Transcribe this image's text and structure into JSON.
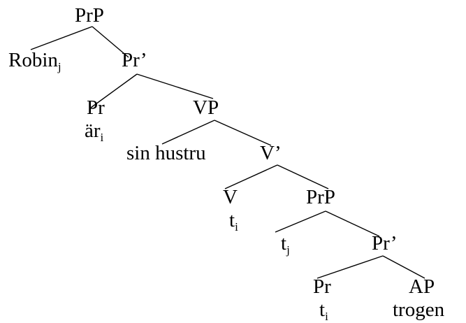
{
  "tree": {
    "nodes": [
      {
        "id": "n1",
        "label": "PrP",
        "sub": ""
      },
      {
        "id": "n2",
        "label": "Robin",
        "sub": "j"
      },
      {
        "id": "n3",
        "label": "Pr’",
        "sub": ""
      },
      {
        "id": "n4",
        "label": "Pr",
        "sub": ""
      },
      {
        "id": "n5",
        "label": "är",
        "sub": "i"
      },
      {
        "id": "n6",
        "label": "VP",
        "sub": ""
      },
      {
        "id": "n7",
        "label": "sin hustru",
        "sub": ""
      },
      {
        "id": "n8",
        "label": "V’",
        "sub": ""
      },
      {
        "id": "n9",
        "label": "V",
        "sub": ""
      },
      {
        "id": "n10",
        "label": "t",
        "sub": "i"
      },
      {
        "id": "n11",
        "label": "PrP",
        "sub": ""
      },
      {
        "id": "n12",
        "label": "t",
        "sub": "j"
      },
      {
        "id": "n13",
        "label": "Pr’",
        "sub": ""
      },
      {
        "id": "n14",
        "label": "Pr",
        "sub": ""
      },
      {
        "id": "n15",
        "label": "t",
        "sub": "i"
      },
      {
        "id": "n16",
        "label": "AP",
        "sub": ""
      },
      {
        "id": "n17",
        "label": "trogen",
        "sub": ""
      }
    ],
    "edges": [
      [
        "n1",
        "n2"
      ],
      [
        "n1",
        "n3"
      ],
      [
        "n3",
        "n4"
      ],
      [
        "n3",
        "n6"
      ],
      [
        "n6",
        "n7"
      ],
      [
        "n6",
        "n8"
      ],
      [
        "n8",
        "n9"
      ],
      [
        "n8",
        "n11"
      ],
      [
        "n11",
        "n12"
      ],
      [
        "n11",
        "n13"
      ],
      [
        "n13",
        "n14"
      ],
      [
        "n13",
        "n16"
      ]
    ]
  }
}
